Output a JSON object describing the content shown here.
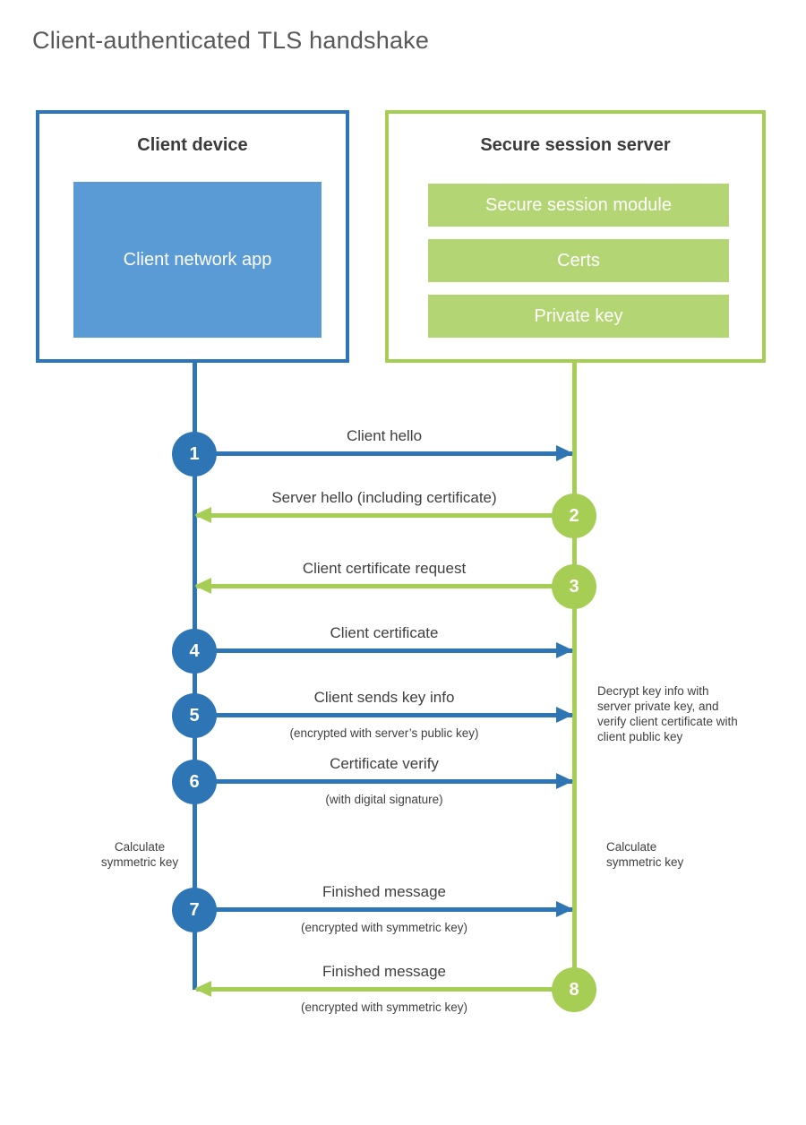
{
  "title": "Client-authenticated TLS handshake",
  "colors": {
    "blue": "#2e75b5",
    "blue_fill": "#5b9bd5",
    "green": "#a6ce55",
    "green_fill": "#b3d573",
    "text": "#404040",
    "title_text": "#595959"
  },
  "client": {
    "title": "Client device",
    "app_label": "Client network app"
  },
  "server": {
    "title": "Secure session server",
    "modules": {
      "0": "Secure session module",
      "1": "Certs",
      "2": "Private key"
    }
  },
  "steps": [
    {
      "number": "1",
      "label": "Client hello"
    },
    {
      "number": "2",
      "label": "Server hello (including certificate)"
    },
    {
      "number": "3",
      "label": "Client certificate request"
    },
    {
      "number": "4",
      "label": "Client certificate"
    },
    {
      "number": "5",
      "label": "Client sends key info",
      "sublabel": "(encrypted with server’s public key)"
    },
    {
      "number": "6",
      "label": "Certificate verify",
      "sublabel": "(with digital signature)"
    },
    {
      "number": "7",
      "label": "Finished message",
      "sublabel": "(encrypted with symmetric key)"
    },
    {
      "number": "8",
      "label": "Finished message",
      "sublabel": "(encrypted with symmetric key)"
    }
  ],
  "notes": {
    "decrypt": "Decrypt key info with server private key, and verify client certificate with client public key",
    "calc_left": "Calculate symmetric key",
    "calc_right": "Calculate symmetric key"
  }
}
